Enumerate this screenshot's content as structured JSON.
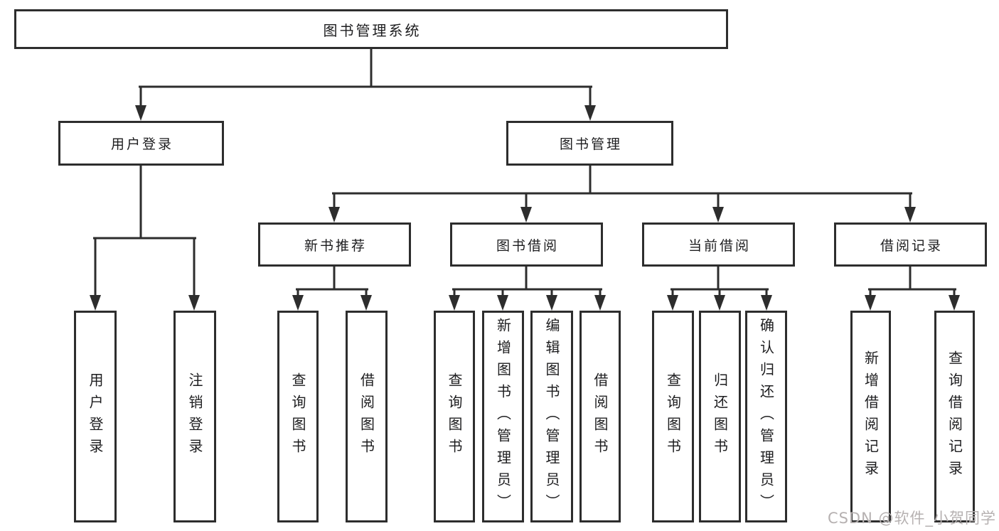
{
  "root": {
    "label": "图书管理系统",
    "children": [
      {
        "label": "用户登录",
        "children": [
          {
            "label": "用户登录"
          },
          {
            "label": "注销登录"
          }
        ]
      },
      {
        "label": "图书管理",
        "children": [
          {
            "label": "新书推荐",
            "children": [
              {
                "label": "查询图书"
              },
              {
                "label": "借阅图书"
              }
            ]
          },
          {
            "label": "图书借阅",
            "children": [
              {
                "label": "查询图书"
              },
              {
                "label": "新增图书（管理员）"
              },
              {
                "label": "编辑图书（管理员）"
              },
              {
                "label": "借阅图书"
              }
            ]
          },
          {
            "label": "当前借阅",
            "children": [
              {
                "label": "查询图书"
              },
              {
                "label": "归还图书"
              },
              {
                "label": "确认归还（管理员）"
              }
            ]
          },
          {
            "label": "借阅记录",
            "children": [
              {
                "label": "新增借阅记录"
              },
              {
                "label": "查询借阅记录"
              }
            ]
          }
        ]
      }
    ]
  },
  "watermark": {
    "text": "CSDN @软件_小贺同学"
  },
  "colors": {
    "line": "#2d2d2d",
    "text": "#1d1d1f",
    "watermark": "#b6b1b1",
    "background": "#ffffff"
  }
}
